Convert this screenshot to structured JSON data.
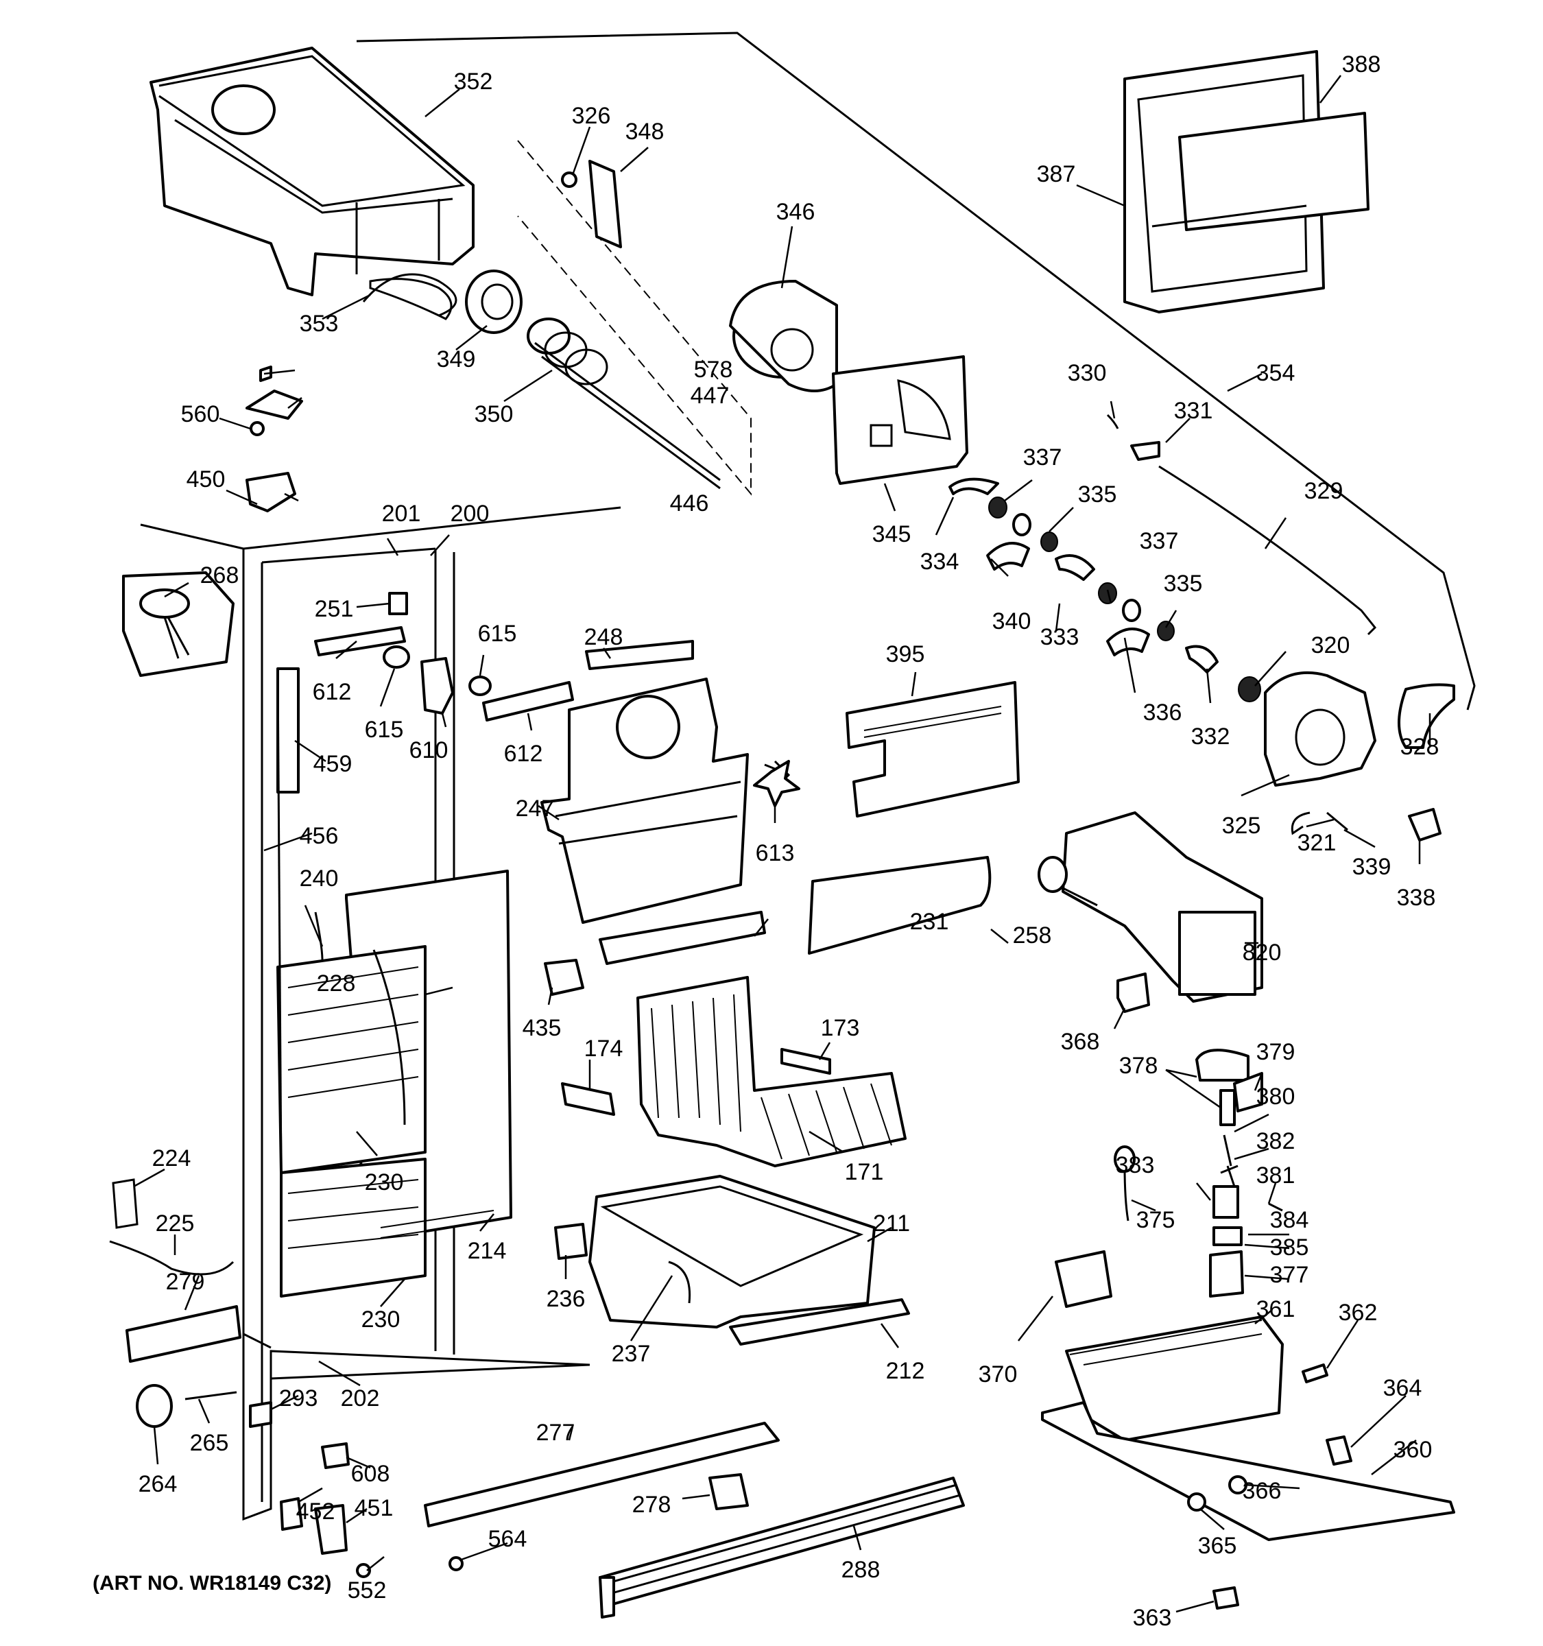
{
  "art_number": "(ART NO. WR18149 C32)",
  "labels": [
    "352",
    "326",
    "348",
    "346",
    "388",
    "387",
    "353",
    "349",
    "350",
    "578",
    "447",
    "560",
    "450",
    "446",
    "330",
    "354",
    "331",
    "345",
    "337",
    "334",
    "335",
    "329",
    "201",
    "200",
    "268",
    "251",
    "612",
    "615",
    "615",
    "610",
    "612",
    "248",
    "459",
    "395",
    "340",
    "333",
    "337",
    "335",
    "320",
    "336",
    "332",
    "328",
    "325",
    "321",
    "339",
    "338",
    "247",
    "613",
    "456",
    "240",
    "228",
    "231",
    "258",
    "820",
    "435",
    "174",
    "173",
    "368",
    "378",
    "379",
    "380",
    "382",
    "383",
    "381",
    "375",
    "384",
    "385",
    "377",
    "224",
    "230",
    "225",
    "211",
    "214",
    "236",
    "279",
    "230",
    "237",
    "212",
    "361",
    "362",
    "370",
    "364",
    "293",
    "202",
    "265",
    "264",
    "277",
    "360",
    "608",
    "452",
    "451",
    "278",
    "366",
    "365",
    "564",
    "288",
    "552",
    "363",
    "171"
  ]
}
